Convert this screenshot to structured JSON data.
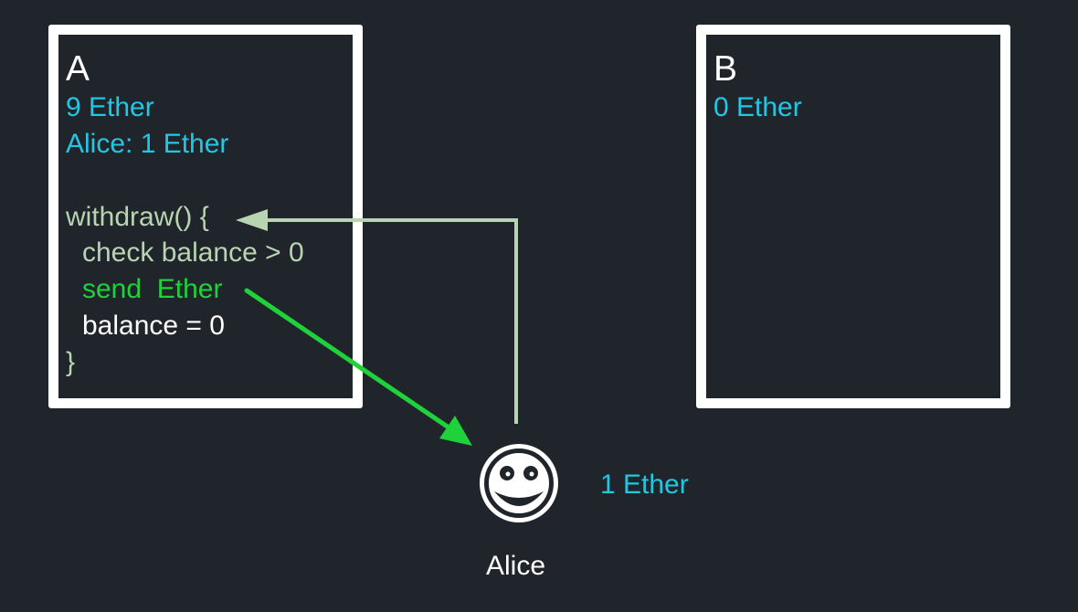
{
  "contract_a": {
    "title": "A",
    "balance": "9 Ether",
    "alice_balance": "Alice: 1 Ether",
    "code": {
      "line1": "withdraw() {",
      "line2": "check balance > 0",
      "line3": "send  Ether",
      "line4": "balance = 0",
      "line5": "}"
    }
  },
  "contract_b": {
    "title": "B",
    "balance": "0 Ether"
  },
  "alice": {
    "name": "Alice",
    "balance": "1 Ether",
    "icon": "smiley-face-icon"
  },
  "colors": {
    "background": "#20252c",
    "box_border": "#ffffff",
    "balance_text": "#22c7e4",
    "code_text": "#b8d4b0",
    "send_highlight": "#1fd23a",
    "call_arrow": "#b8d4b0",
    "send_arrow": "#1fd23a"
  }
}
